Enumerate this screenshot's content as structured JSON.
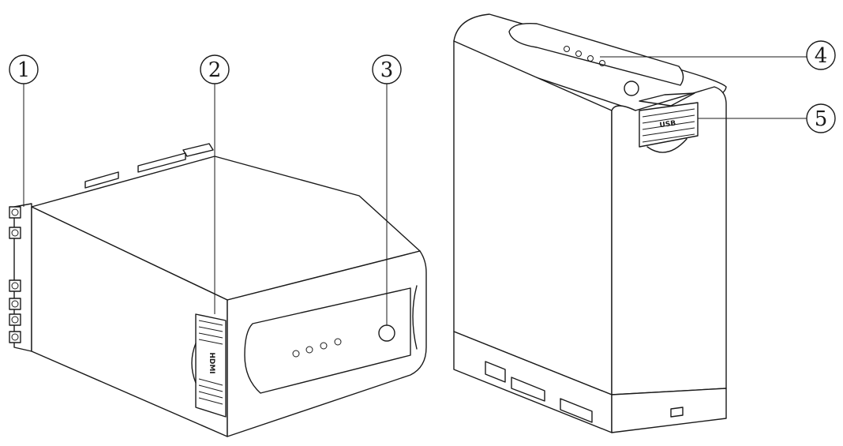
{
  "figure": {
    "callouts": [
      {
        "id": "1",
        "label": "1"
      },
      {
        "id": "2",
        "label": "2"
      },
      {
        "id": "3",
        "label": "3"
      },
      {
        "id": "4",
        "label": "4"
      },
      {
        "id": "5",
        "label": "5"
      }
    ],
    "port_text_left": "HDMI",
    "port_text_right": "USB",
    "colors": {
      "line": "#1a1a1a",
      "background": "#ffffff"
    }
  }
}
